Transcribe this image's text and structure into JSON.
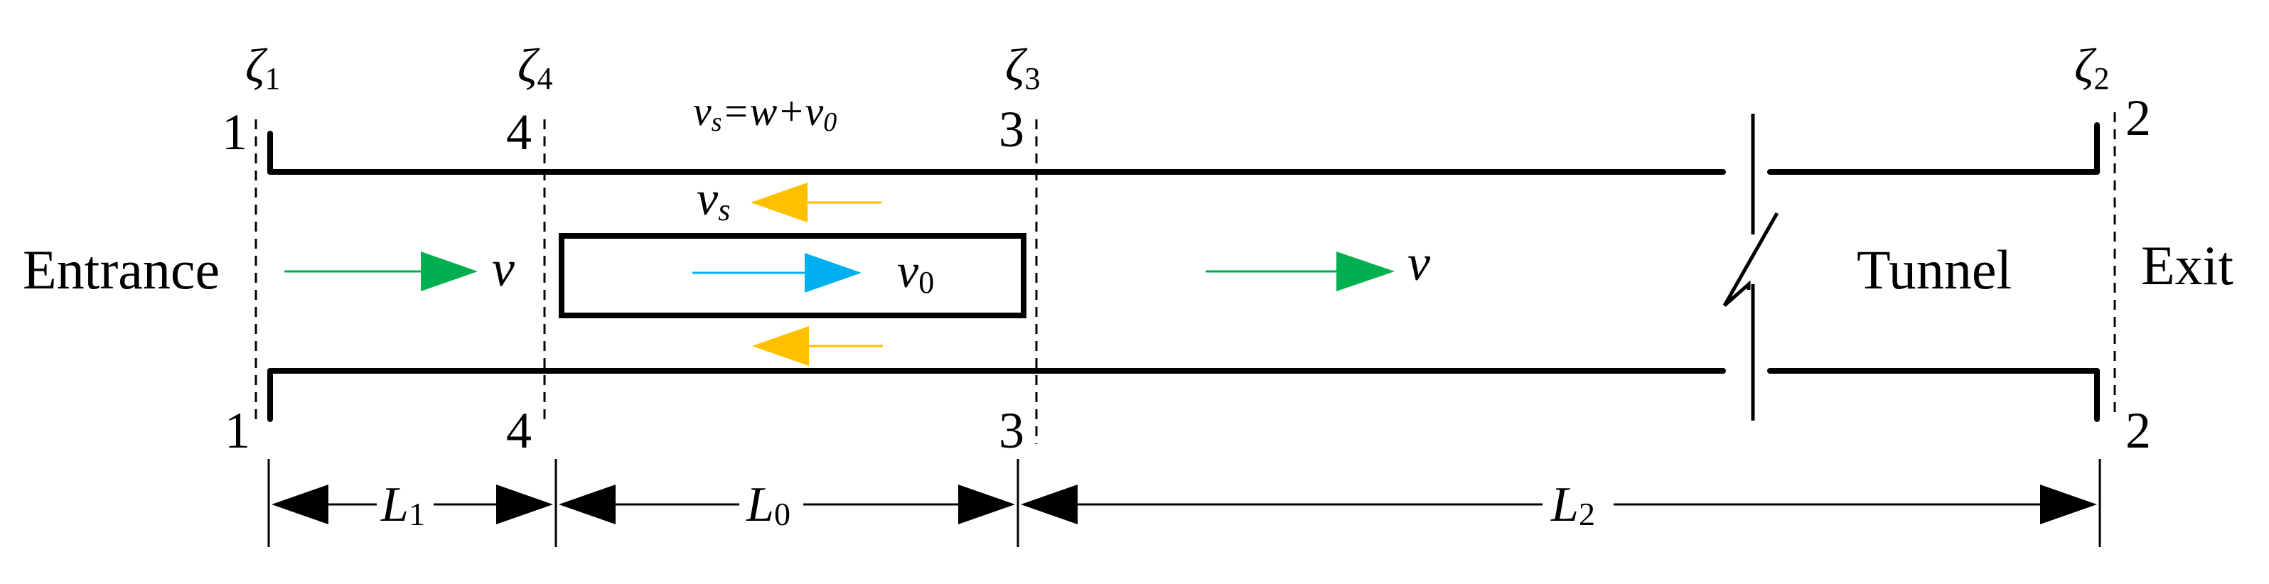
{
  "labels": {
    "entrance": "Entrance",
    "exit": "Exit",
    "tunnel": "Tunnel"
  },
  "zeta": [
    {
      "base": "ζ",
      "sub": "1"
    },
    {
      "base": "ζ",
      "sub": "4"
    },
    {
      "base": "ζ",
      "sub": "3"
    },
    {
      "base": "ζ",
      "sub": "2"
    }
  ],
  "sections": {
    "s1": "1",
    "s4": "4",
    "s3": "3",
    "s2": "2"
  },
  "formula": {
    "v": "v",
    "s": "s",
    "rest": "=w+v",
    "zero": "0"
  },
  "velocities": {
    "v_inlet": "v",
    "v_outlet": "v",
    "vs_base": "v",
    "vs_sub": "s",
    "v0_base": "v",
    "v0_sub": "0"
  },
  "dimensions": {
    "L1": {
      "base": "L",
      "sub": "1"
    },
    "L0": {
      "base": "L",
      "sub": "0"
    },
    "L2": {
      "base": "L",
      "sub": "2"
    }
  },
  "colors": {
    "airflow": "#00b050",
    "train": "#00b0f0",
    "slipstream": "#ffc000",
    "line": "#000000"
  }
}
